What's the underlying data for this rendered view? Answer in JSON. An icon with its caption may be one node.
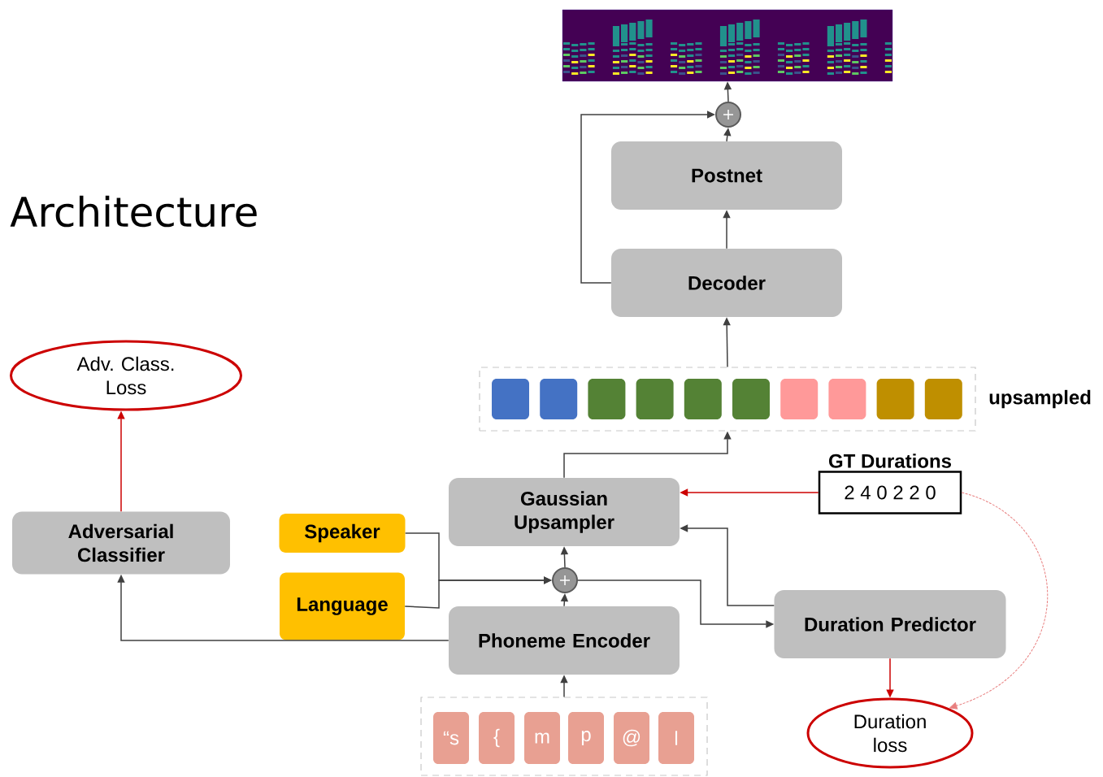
{
  "diagram": {
    "title": "Architecture",
    "nodes": [
      {
        "text": [],
        "shape": "picture"
      },
      {
        "text": [],
        "shape": "circle"
      },
      {
        "text": [
          "Postnet"
        ]
      },
      {
        "text": [
          "Decoder"
        ]
      },
      {
        "text": [],
        "shape": "box",
        "beside": [
          "upsampled"
        ]
      },
      {
        "text": [
          "GT Durations",
          "2 4 0 2 2 0"
        ]
      },
      {
        "text": [
          "Gaussian Upsampler"
        ]
      },
      {
        "text": [
          "Adv. Class. Loss"
        ]
      },
      {
        "text": [
          "Adversarial Classifier"
        ]
      },
      {
        "text": [
          "Speaker"
        ]
      },
      {
        "text": [
          "Language"
        ]
      },
      {
        "text": [],
        "shape": "circle"
      },
      {
        "text": [
          "Duration Predictor"
        ]
      },
      {
        "text": [
          "Phoneme Encoder"
        ]
      },
      {
        "text": [],
        "shape": "box"
      },
      {
        "text": [
          "“s"
        ],
        "in": 14
      },
      {
        "text": [
          "{"
        ],
        "in": 14
      },
      {
        "text": [
          "m"
        ],
        "in": 14
      },
      {
        "text": [
          "p"
        ],
        "in": 14
      },
      {
        "text": [
          "@"
        ],
        "in": 14
      },
      {
        "text": [
          "l"
        ],
        "in": 14
      },
      {
        "text": [
          "Duration loss"
        ]
      }
    ],
    "edges": [
      {
        "from": 1,
        "to": 0,
        "arrow": "to"
      },
      {
        "from": 2,
        "to": 1,
        "arrow": "to"
      },
      {
        "from": 3,
        "to": 1,
        "arrow": "to"
      },
      {
        "from": 3,
        "to": 2,
        "arrow": "to"
      },
      {
        "from": 4,
        "to": 3,
        "arrow": "to"
      },
      {
        "from": 6,
        "to": 4,
        "arrow": "to"
      },
      {
        "from": 5,
        "to": 6,
        "arrow": "to",
        "color": "#cc0000"
      },
      {
        "from": 5,
        "to": 21,
        "arrow": "to",
        "style": "dashed",
        "color": "#e88080"
      },
      {
        "from": 12,
        "to": 6,
        "arrow": "to"
      },
      {
        "from": 11,
        "to": 6,
        "arrow": "to"
      },
      {
        "from": 11,
        "to": 12,
        "arrow": "to"
      },
      {
        "from": 9,
        "to": 11,
        "arrow": "to"
      },
      {
        "from": 10,
        "to": 11,
        "arrow": "to"
      },
      {
        "from": 13,
        "to": 11,
        "arrow": "to"
      },
      {
        "from": 13,
        "to": 8,
        "arrow": "to"
      },
      {
        "from": 8,
        "to": 7,
        "arrow": "to",
        "color": "#cc0000"
      },
      {
        "from": 12,
        "to": 21,
        "arrow": "to",
        "color": "#cc0000"
      },
      {
        "from": 14,
        "to": 13,
        "arrow": "to"
      }
    ]
  }
}
